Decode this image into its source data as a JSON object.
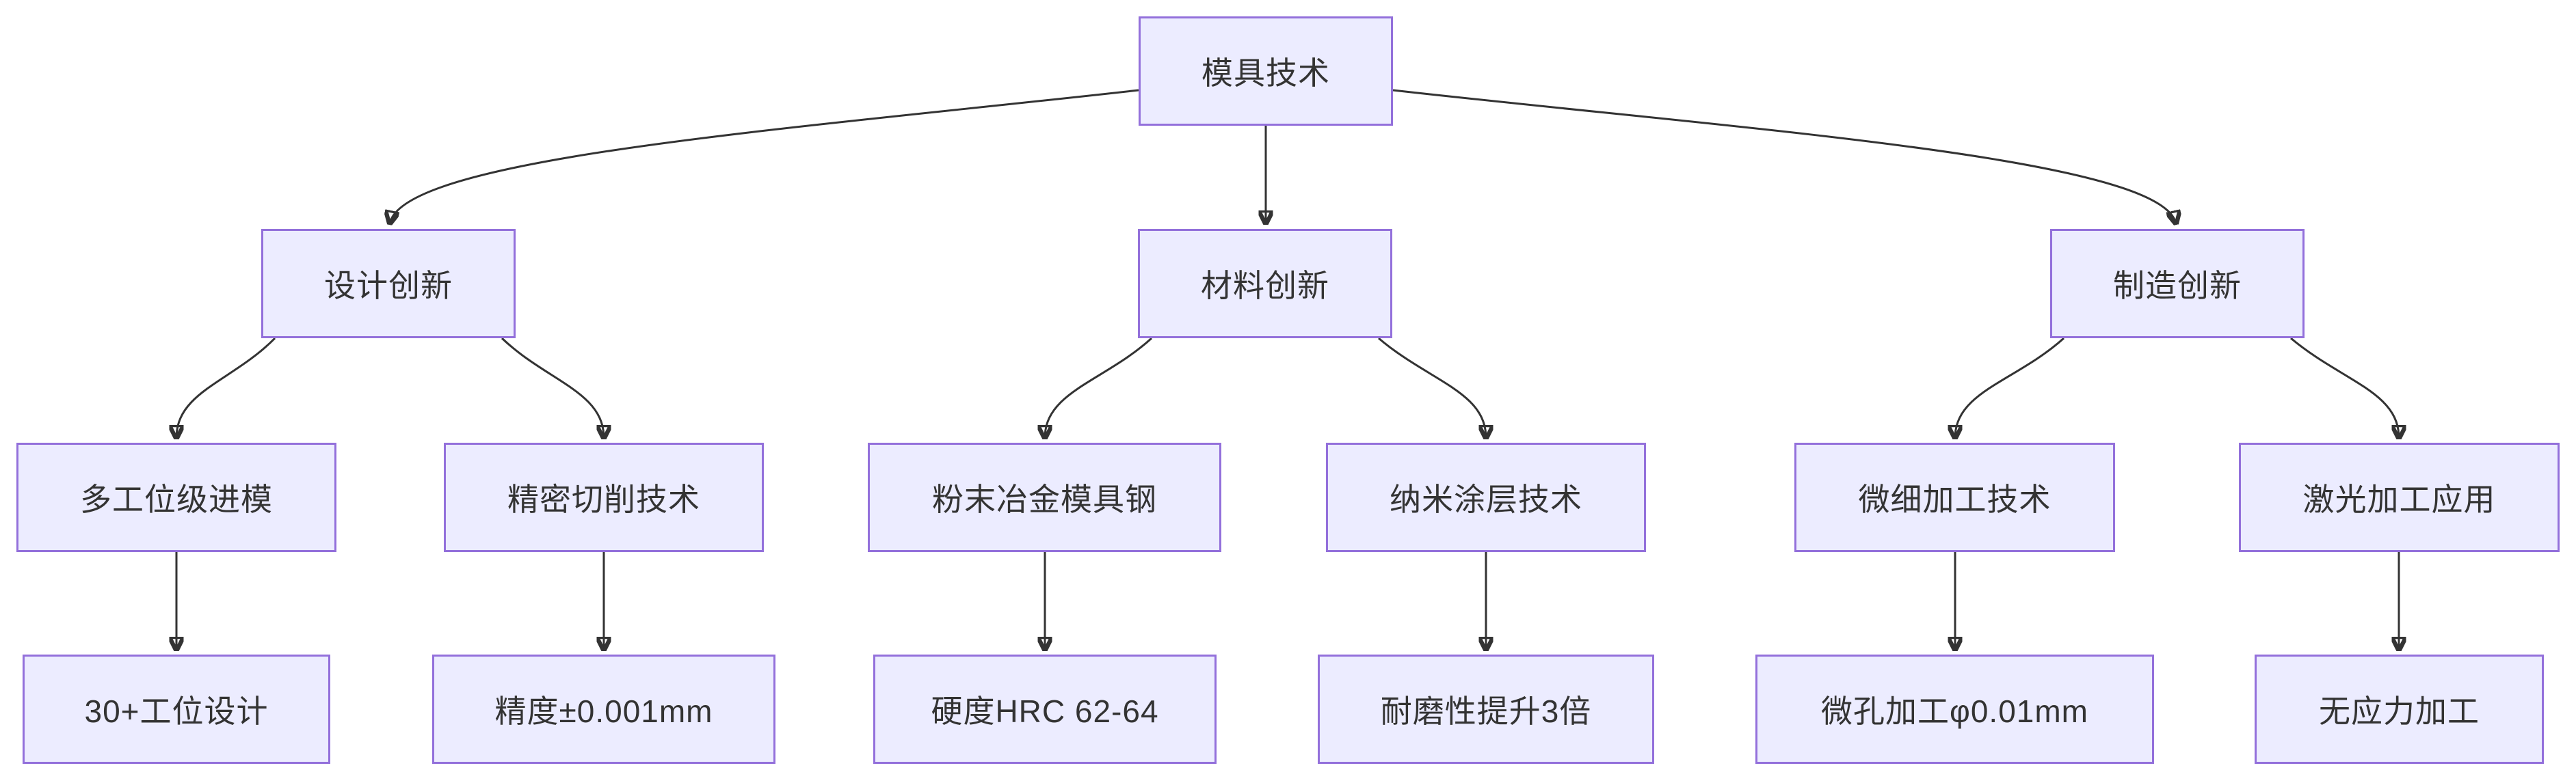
{
  "diagram": {
    "type": "flowchart",
    "direction": "top-down",
    "colors": {
      "node_fill": "#ECECFF",
      "node_border": "#9370DB",
      "text": "#333333",
      "edge": "#333333",
      "background": "#FFFFFF"
    },
    "nodes": {
      "root": {
        "label": "模具技术"
      },
      "design": {
        "label": "设计创新"
      },
      "material": {
        "label": "材料创新"
      },
      "manufacturing": {
        "label": "制造创新"
      },
      "multi_station": {
        "label": "多工位级进模"
      },
      "precision_cutting": {
        "label": "精密切削技术"
      },
      "powder_steel": {
        "label": "粉末冶金模具钢"
      },
      "nano_coating": {
        "label": "纳米涂层技术"
      },
      "micro_machining": {
        "label": "微细加工技术"
      },
      "laser_machining": {
        "label": "激光加工应用"
      },
      "station_design": {
        "label": "30+工位设计"
      },
      "precision_tolerance": {
        "label": "精度±0.001mm"
      },
      "hardness": {
        "label": "硬度HRC 62-64"
      },
      "wear_resistance": {
        "label": "耐磨性提升3倍"
      },
      "micro_hole": {
        "label": "微孔加工φ0.01mm"
      },
      "stress_free": {
        "label": "无应力加工"
      }
    },
    "edges": [
      {
        "from": "模具技术",
        "to": "设计创新"
      },
      {
        "from": "模具技术",
        "to": "材料创新"
      },
      {
        "from": "模具技术",
        "to": "制造创新"
      },
      {
        "from": "设计创新",
        "to": "多工位级进模"
      },
      {
        "from": "设计创新",
        "to": "精密切削技术"
      },
      {
        "from": "材料创新",
        "to": "粉末冶金模具钢"
      },
      {
        "from": "材料创新",
        "to": "纳米涂层技术"
      },
      {
        "from": "制造创新",
        "to": "微细加工技术"
      },
      {
        "from": "制造创新",
        "to": "激光加工应用"
      },
      {
        "from": "多工位级进模",
        "to": "30+工位设计"
      },
      {
        "from": "精密切削技术",
        "to": "精度±0.001mm"
      },
      {
        "from": "粉末冶金模具钢",
        "to": "硬度HRC 62-64"
      },
      {
        "from": "纳米涂层技术",
        "to": "耐磨性提升3倍"
      },
      {
        "from": "微细加工技术",
        "to": "微孔加工φ0.01mm"
      },
      {
        "from": "激光加工应用",
        "to": "无应力加工"
      }
    ]
  }
}
